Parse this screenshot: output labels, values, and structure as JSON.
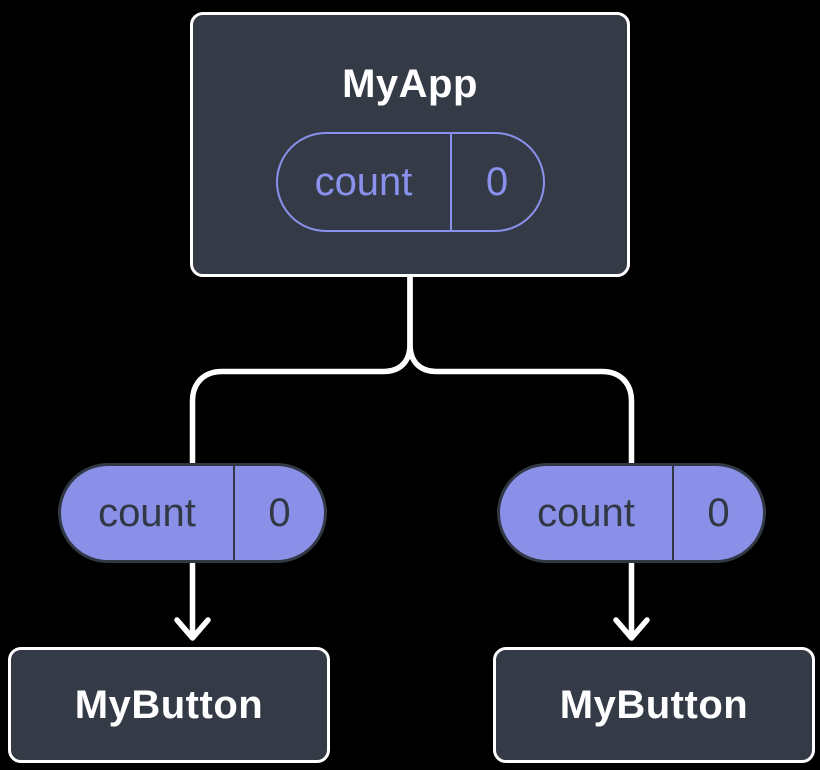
{
  "diagram": {
    "root": {
      "title": "MyApp",
      "state": {
        "name": "count",
        "value": "0"
      }
    },
    "children": [
      {
        "title": "MyButton",
        "prop": {
          "name": "count",
          "value": "0"
        }
      },
      {
        "title": "MyButton",
        "prop": {
          "name": "count",
          "value": "0"
        }
      }
    ]
  },
  "colors": {
    "background": "#000000",
    "node_fill": "#343B47",
    "node_border": "#FFFFFF",
    "node_text": "#FFFFFF",
    "pill_fill": "#8A90E8",
    "pill_outline": "#8A91EC",
    "pill_dark": "#313844",
    "edge": "#FFFFFF"
  }
}
